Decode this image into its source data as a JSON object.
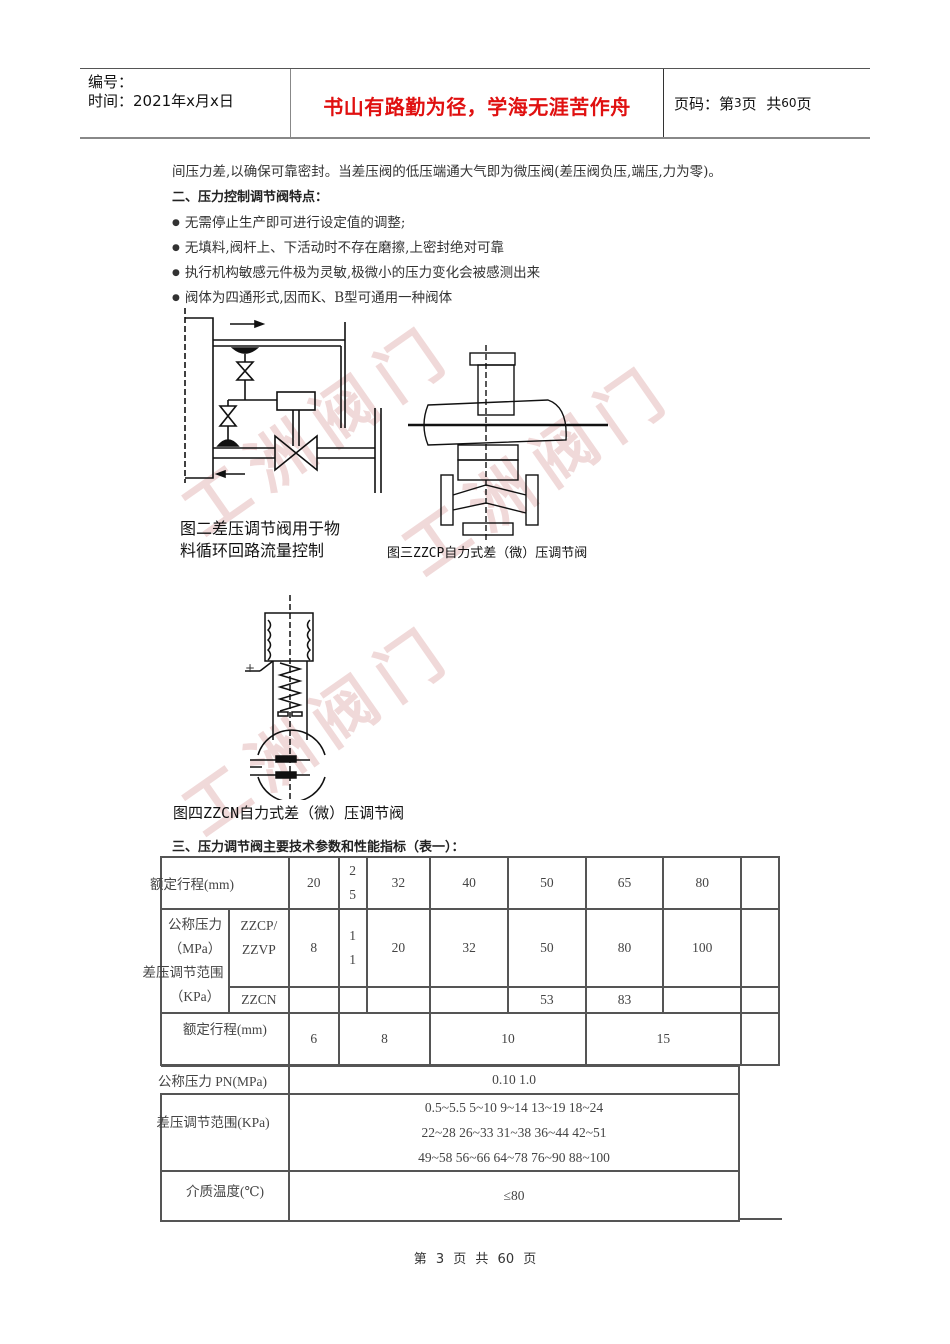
{
  "header": {
    "number_label": "编号：",
    "time_label": "时间：2021年x月x日",
    "motto": "书山有路勤为径，学海无涯苦作舟",
    "page_label": "页码：第",
    "page_current": "3",
    "page_mid": "页  共",
    "page_total": "60",
    "page_end": "页"
  },
  "body": {
    "intro": "间压力差,以确保可靠密封。当差压阀的低压端通大气即为微压阀(差压阀负压,端压,力为零)。",
    "section2_title": "二、压力控制调节阀特点：",
    "bullets": [
      "无需停止生产即可进行设定值的调整;",
      "无填料,阀杆上、下活动时不存在磨擦,上密封绝对可靠",
      "执行机构敏感元件极为灵敏,极微小的压力变化会被感测出来",
      "阀体为四通形式,因而K、B型可通用一种阀体"
    ],
    "fig2_caption_line1": "图二差压调节阀用于物",
    "fig2_caption_line2": "料循环回路流量控制",
    "fig3_caption": "图三ZZCP自力式差（微）压调节阀",
    "fig4_caption": "图四ZZCN自力式差（微）压调节阀",
    "watermark": "工洲阀门",
    "section3_title": "三、压力调节阀主要技术参数和性能指标（表一）："
  },
  "table": {
    "row1": {
      "label": "额定行程(mm)",
      "values": [
        "20",
        "2\n5",
        "32",
        "40",
        "50",
        "65",
        "80",
        ""
      ]
    },
    "row2": {
      "label_lines": [
        "公称压力",
        "（MPa）",
        "差压调节范围",
        "（KPa）"
      ],
      "sub1": "ZZCP/\nZZVP",
      "values1": [
        "8",
        "1\n1",
        "20",
        "32",
        "50",
        "80",
        "100",
        ""
      ],
      "sub2": "ZZCN",
      "values2": [
        "",
        "",
        "",
        "53",
        "83",
        "",
        ""
      ]
    },
    "row3": {
      "label": "额定行程(mm)",
      "values": [
        "6",
        "8",
        "10",
        "15",
        ""
      ]
    },
    "row4": {
      "label": "公称压力 PN(MPa)",
      "value": "0.10 1.0"
    },
    "row5": {
      "label": "差压调节范围(KPa)",
      "lines": [
        "0.5~5.5 5~10 9~14 13~19 18~24",
        "22~28 26~33 31~38 36~44 42~51",
        "49~58 56~66 64~78 76~90 88~100"
      ]
    },
    "row6": {
      "label": "介质温度(℃)",
      "value": "≤80"
    }
  },
  "footer": {
    "text": "第 3 页 共 60 页"
  }
}
